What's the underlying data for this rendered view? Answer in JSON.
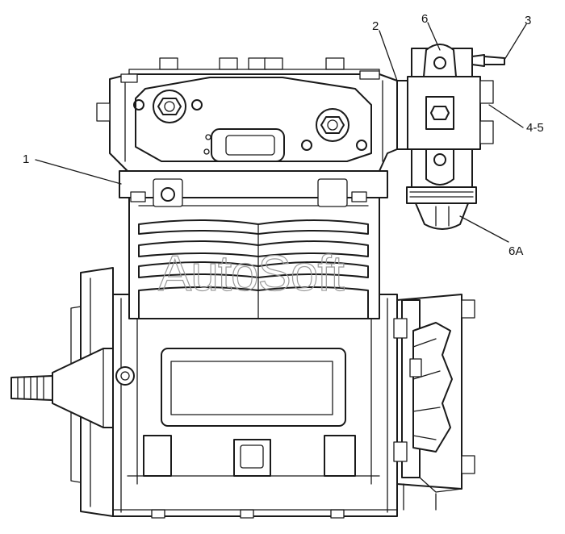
{
  "callouts": {
    "c1": "1",
    "c2": "2",
    "c3": "3",
    "c45": "4-5",
    "c6": "6",
    "c6a": "6A"
  },
  "watermark": "AutoSoft",
  "colors": {
    "line": "#1a1a1a",
    "background": "#ffffff",
    "watermark": "#9a9a9a"
  }
}
